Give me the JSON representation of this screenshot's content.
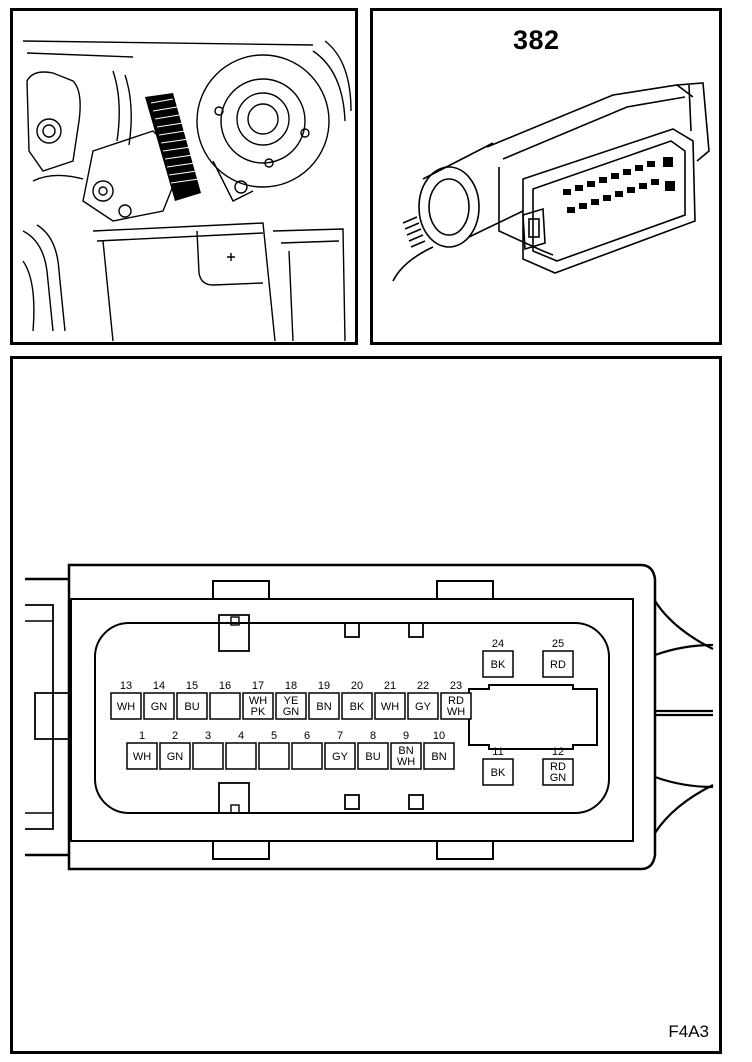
{
  "connector": {
    "number": "382",
    "figure_code": "F4A3",
    "pins": [
      {
        "num": "1",
        "color": "WH"
      },
      {
        "num": "2",
        "color": "GN"
      },
      {
        "num": "3",
        "color": ""
      },
      {
        "num": "4",
        "color": ""
      },
      {
        "num": "5",
        "color": ""
      },
      {
        "num": "6",
        "color": ""
      },
      {
        "num": "7",
        "color": "GY"
      },
      {
        "num": "8",
        "color": "BU"
      },
      {
        "num": "9",
        "color": "BN WH"
      },
      {
        "num": "10",
        "color": "BN"
      },
      {
        "num": "11",
        "color": "BK"
      },
      {
        "num": "12",
        "color": "RD GN"
      },
      {
        "num": "13",
        "color": "WH"
      },
      {
        "num": "14",
        "color": "GN"
      },
      {
        "num": "15",
        "color": "BU"
      },
      {
        "num": "16",
        "color": ""
      },
      {
        "num": "17",
        "color": "WH PK"
      },
      {
        "num": "18",
        "color": "YE GN"
      },
      {
        "num": "19",
        "color": "BN"
      },
      {
        "num": "20",
        "color": "BK"
      },
      {
        "num": "21",
        "color": "WH"
      },
      {
        "num": "22",
        "color": "GY"
      },
      {
        "num": "23",
        "color": "RD WH"
      },
      {
        "num": "24",
        "color": "BK"
      },
      {
        "num": "25",
        "color": "RD"
      }
    ]
  }
}
